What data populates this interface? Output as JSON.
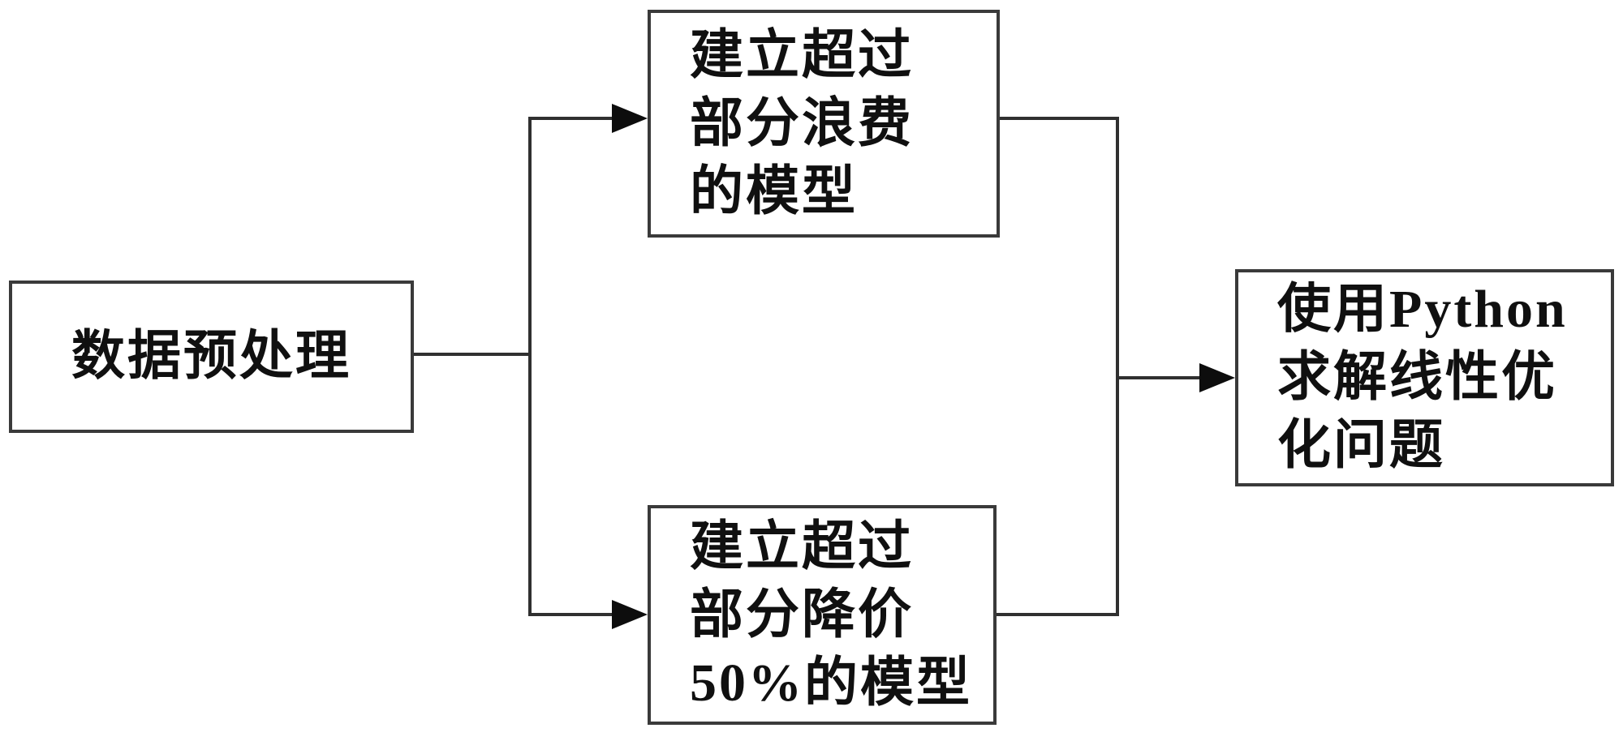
{
  "diagram": {
    "type": "flowchart",
    "background_color": "#ffffff",
    "box_border_color": "#3a3a3a",
    "connector_color": "#303030",
    "arrowhead_color": "#0d0d0d",
    "text_color": "#101010",
    "nodes": [
      {
        "id": "data-preprocessing",
        "label": "数据预处理"
      },
      {
        "id": "waste-model",
        "label": "建立超过\n部分浪费\n的模型"
      },
      {
        "id": "discount-model",
        "label": "建立超过\n部分降价\n50%的模型"
      },
      {
        "id": "python-solve",
        "label": "使用Python\n求解线性优\n化问题"
      }
    ],
    "edges": [
      {
        "from": "data-preprocessing",
        "to": "waste-model"
      },
      {
        "from": "data-preprocessing",
        "to": "discount-model"
      },
      {
        "from": "waste-model",
        "to": "python-solve"
      },
      {
        "from": "discount-model",
        "to": "python-solve"
      }
    ]
  }
}
